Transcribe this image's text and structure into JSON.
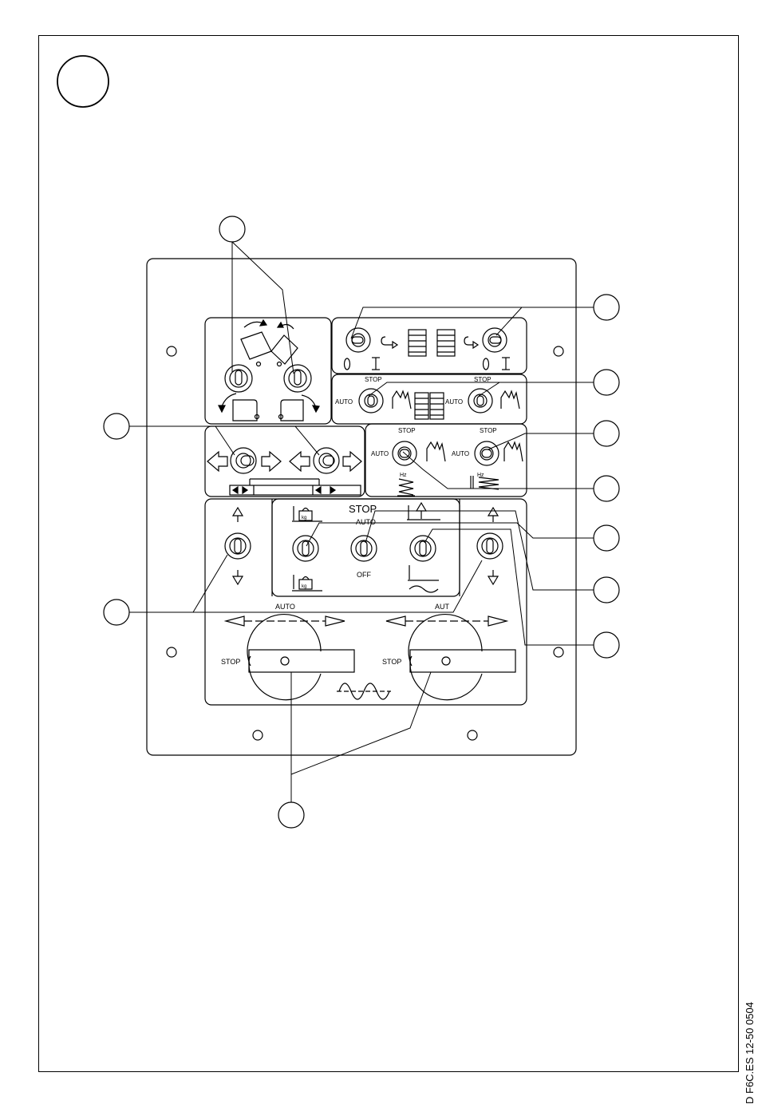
{
  "document": {
    "reference": "D F6C.ES 12-50 0504"
  },
  "panel": {
    "labels": {
      "zero": "0",
      "one": "I",
      "stop": "STOP",
      "auto": "AUTO",
      "off": "OFF",
      "hz": "Hz",
      "kg": "kg",
      "aut_cut": "AUT"
    }
  },
  "colors": {
    "line": "#000000",
    "background": "#ffffff"
  }
}
